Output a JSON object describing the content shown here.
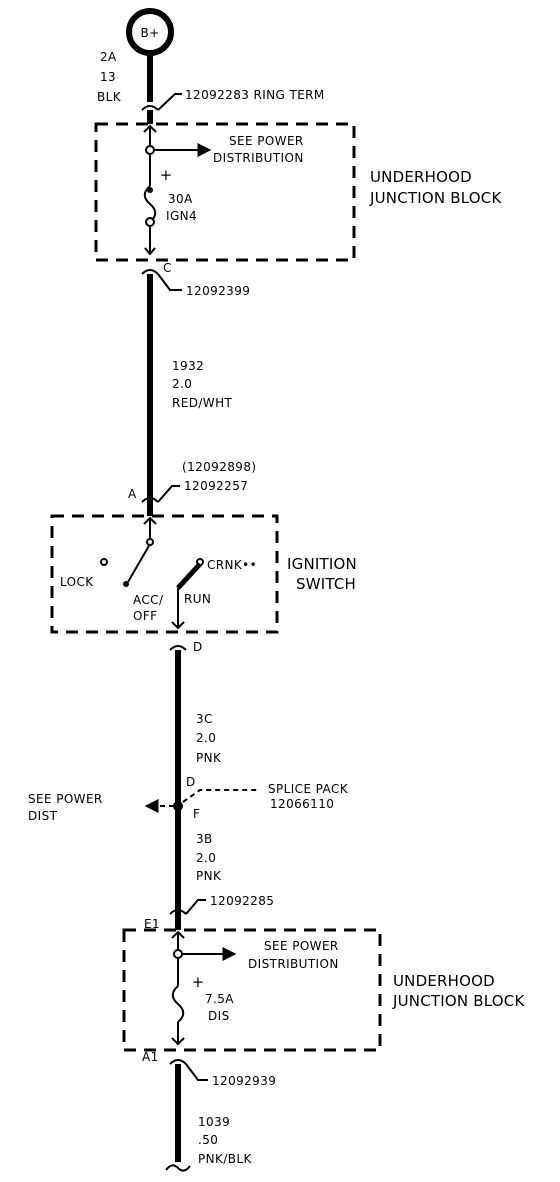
{
  "battery": {
    "label": "B+"
  },
  "wire_top": {
    "circuit": "2A",
    "gauge": "13",
    "color": "BLK"
  },
  "connector_ring": {
    "part": "12092283 RING TERM"
  },
  "junction_block_1": {
    "name_line1": "UNDERHOOD",
    "name_line2": "JUNCTION BLOCK",
    "ref_line1": "SEE POWER",
    "ref_line2": "DISTRIBUTION",
    "fuse_rating": "30A",
    "fuse_name": "IGN4",
    "plus": "+"
  },
  "connector_c": {
    "pin": "C",
    "part": "12092399"
  },
  "wire_1932": {
    "circuit": "1932",
    "gauge": "2.0",
    "color": "RED/WHT"
  },
  "connector_a": {
    "pin": "A",
    "alt_part": "(12092898)",
    "part": "12092257"
  },
  "ignition_switch": {
    "name_line1": "IGNITION",
    "name_line2": "SWITCH",
    "lock": "LOCK",
    "acc": "ACC/",
    "off": "OFF",
    "run": "RUN",
    "crnk": "CRNK••"
  },
  "connector_d_switch": {
    "pin": "D"
  },
  "wire_3c": {
    "circuit": "3C",
    "gauge": "2.0",
    "color": "PNK"
  },
  "splice": {
    "pin_in": "D",
    "pin_out": "F",
    "name": "SPLICE PACK",
    "part": "12066110",
    "ref_line1": "SEE POWER",
    "ref_line2": "DIST"
  },
  "wire_3b": {
    "circuit": "3B",
    "gauge": "2.0",
    "color": "PNK"
  },
  "connector_e1": {
    "pin": "E1",
    "part": "12092285"
  },
  "junction_block_2": {
    "name_line1": "UNDERHOOD",
    "name_line2": "JUNCTION BLOCK",
    "ref_line1": "SEE POWER",
    "ref_line2": "DISTRIBUTION",
    "fuse_rating": "7.5A",
    "fuse_name": "DIS",
    "plus": "+"
  },
  "connector_a1": {
    "pin": "A1",
    "part": "12092939"
  },
  "wire_bottom": {
    "circuit": "1039",
    "gauge": ".50",
    "color": "PNK/BLK"
  }
}
